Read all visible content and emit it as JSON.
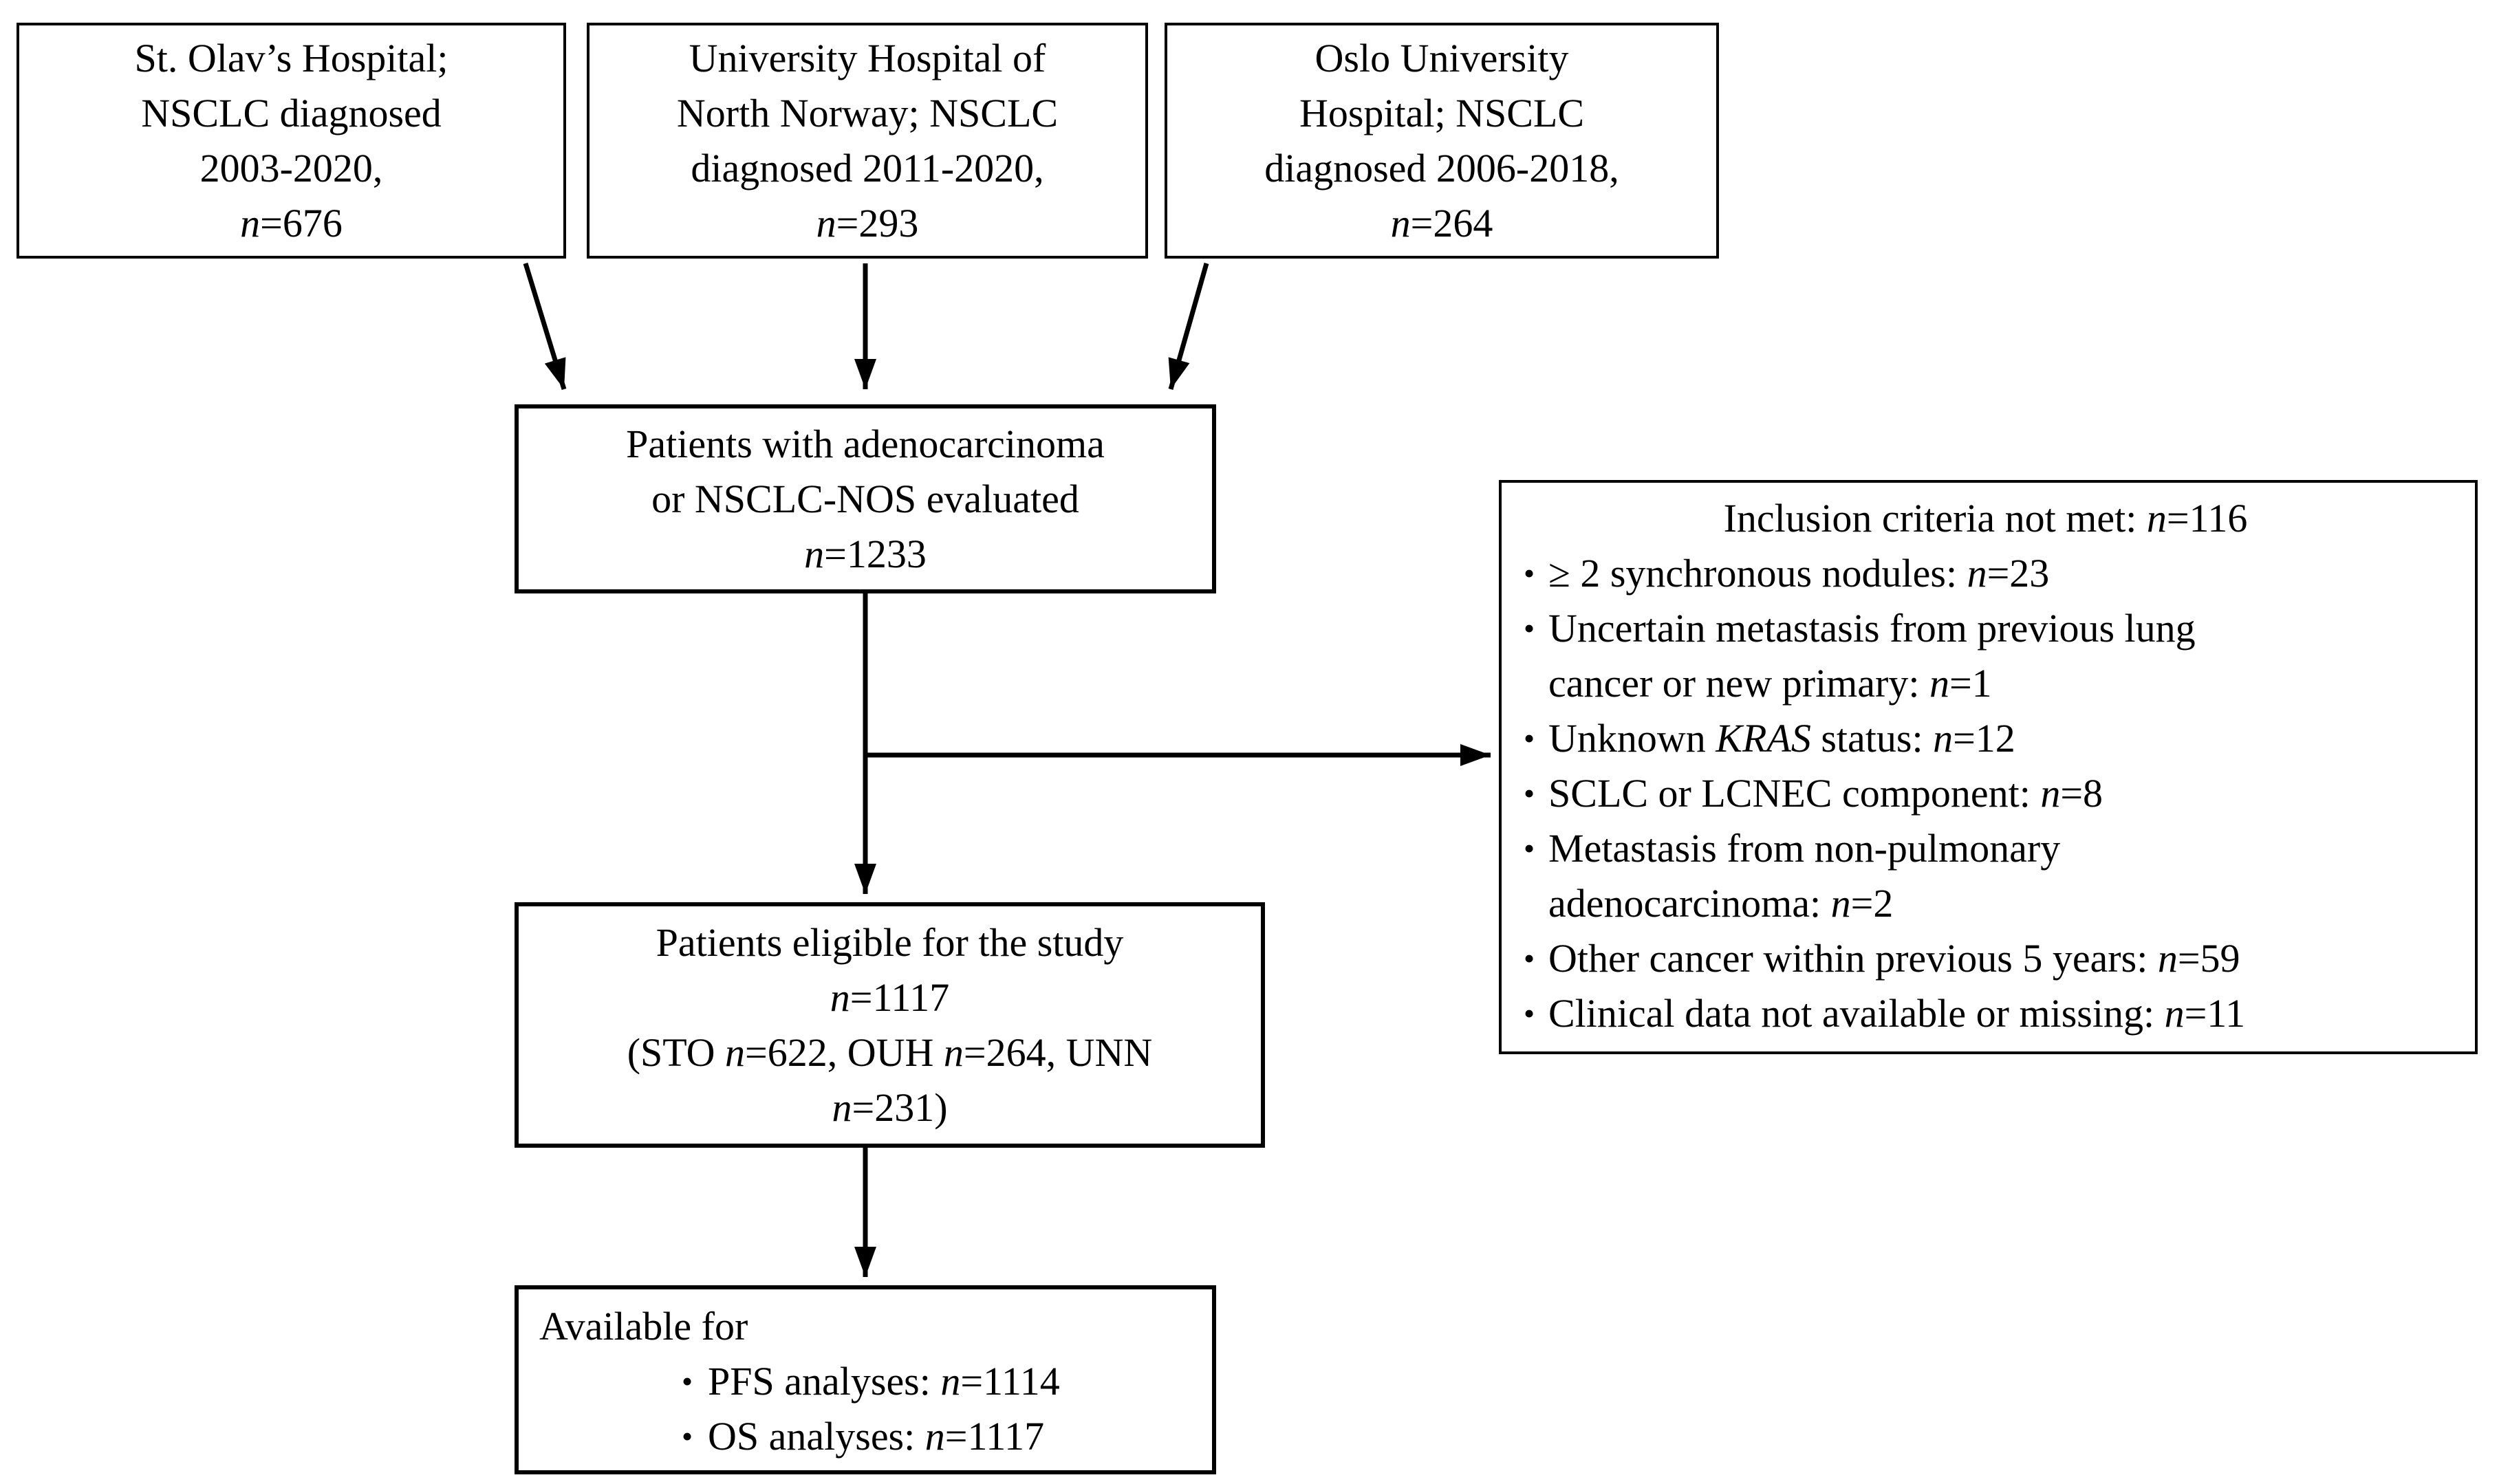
{
  "colors": {
    "background": "#ffffff",
    "box_border": "#000000",
    "text": "#000000",
    "arrow": "#000000"
  },
  "flowchart": {
    "bullet_char": "•",
    "sources": [
      {
        "name": "St. Olav's Hospital",
        "lines": [
          [
            {
              "t": "St. Olav’s Hospital;"
            }
          ],
          [
            {
              "t": "NSCLC diagnosed"
            }
          ],
          [
            {
              "t": "2003-2020,"
            }
          ],
          [
            {
              "t": "n",
              "i": true
            },
            {
              "t": "=676"
            }
          ]
        ]
      },
      {
        "name": "University Hospital of North Norway",
        "lines": [
          [
            {
              "t": "University Hospital of"
            }
          ],
          [
            {
              "t": "North Norway; NSCLC"
            }
          ],
          [
            {
              "t": "diagnosed 2011-2020,"
            }
          ],
          [
            {
              "t": "n",
              "i": true
            },
            {
              "t": "=293"
            }
          ]
        ]
      },
      {
        "name": "Oslo University Hospital",
        "lines": [
          [
            {
              "t": "Oslo University"
            }
          ],
          [
            {
              "t": "Hospital; NSCLC"
            }
          ],
          [
            {
              "t": "diagnosed 2006-2018,"
            }
          ],
          [
            {
              "t": "n",
              "i": true
            },
            {
              "t": "=264"
            }
          ]
        ]
      }
    ],
    "evaluated": {
      "lines": [
        [
          {
            "t": "Patients with adenocarcinoma"
          }
        ],
        [
          {
            "t": "or NSCLC-NOS evaluated"
          }
        ],
        [
          {
            "t": "n",
            "i": true
          },
          {
            "t": "=1233"
          }
        ]
      ]
    },
    "exclusion": {
      "title": [
        {
          "t": "Inclusion criteria not met: "
        },
        {
          "t": "n",
          "i": true
        },
        {
          "t": "=116"
        }
      ],
      "bullets": [
        {
          "lines": [
            [
              {
                "t": "≥ 2 synchronous nodules: "
              },
              {
                "t": "n",
                "i": true
              },
              {
                "t": "=23"
              }
            ]
          ]
        },
        {
          "lines": [
            [
              {
                "t": "Uncertain metastasis from previous lung"
              }
            ],
            [
              {
                "t": "cancer or new primary: "
              },
              {
                "t": "n",
                "i": true
              },
              {
                "t": "=1"
              }
            ]
          ]
        },
        {
          "lines": [
            [
              {
                "t": "Unknown "
              },
              {
                "t": "KRAS",
                "i": true
              },
              {
                "t": " status: "
              },
              {
                "t": "n",
                "i": true
              },
              {
                "t": "=12"
              }
            ]
          ]
        },
        {
          "lines": [
            [
              {
                "t": "SCLC or LCNEC component: "
              },
              {
                "t": "n",
                "i": true
              },
              {
                "t": "=8"
              }
            ]
          ]
        },
        {
          "lines": [
            [
              {
                "t": "Metastasis from non-pulmonary"
              }
            ],
            [
              {
                "t": "adenocarcinoma: "
              },
              {
                "t": "n",
                "i": true
              },
              {
                "t": "=2"
              }
            ]
          ]
        },
        {
          "lines": [
            [
              {
                "t": "Other cancer within previous 5 years: "
              },
              {
                "t": "n",
                "i": true
              },
              {
                "t": "=59"
              }
            ]
          ]
        },
        {
          "lines": [
            [
              {
                "t": "Clinical data not available or missing: "
              },
              {
                "t": "n",
                "i": true
              },
              {
                "t": "=11"
              }
            ]
          ]
        }
      ]
    },
    "eligible": {
      "lines": [
        [
          {
            "t": "Patients eligible for the study"
          }
        ],
        [
          {
            "t": "n",
            "i": true
          },
          {
            "t": "=1117"
          }
        ],
        [
          {
            "t": "(STO "
          },
          {
            "t": "n",
            "i": true
          },
          {
            "t": "=622, OUH "
          },
          {
            "t": "n",
            "i": true
          },
          {
            "t": "=264, UNN"
          }
        ],
        [
          {
            "t": "n",
            "i": true
          },
          {
            "t": "=231)"
          }
        ]
      ]
    },
    "available": {
      "title": [
        {
          "t": "Available for"
        }
      ],
      "bullets": [
        {
          "lines": [
            [
              {
                "t": "PFS analyses: "
              },
              {
                "t": "n",
                "i": true
              },
              {
                "t": "=1114"
              }
            ]
          ]
        },
        {
          "lines": [
            [
              {
                "t": "OS analyses: "
              },
              {
                "t": "n",
                "i": true
              },
              {
                "t": "=1117"
              }
            ]
          ]
        }
      ]
    }
  }
}
